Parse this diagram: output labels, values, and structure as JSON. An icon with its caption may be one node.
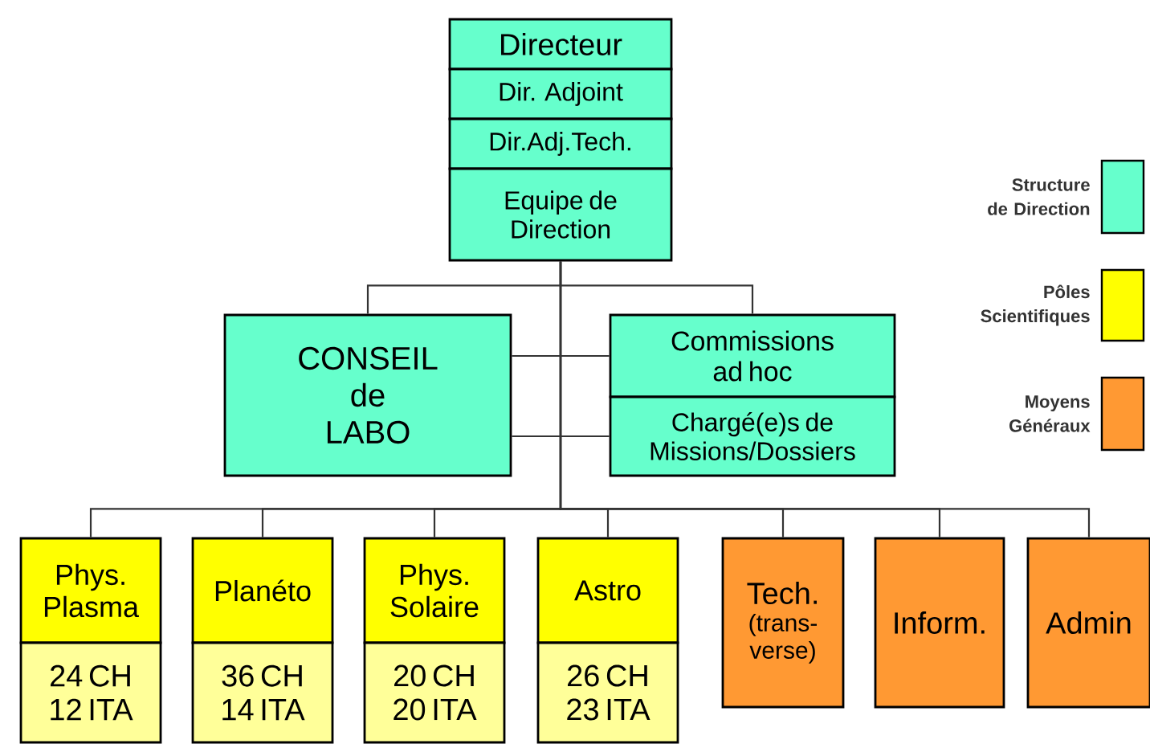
{
  "diagram": {
    "nodes": [
      {
        "text": [
          "Directeur"
        ]
      },
      {
        "text": [
          "Dir. Adjoint"
        ]
      },
      {
        "text": [
          "Dir.Adj.Tech."
        ]
      },
      {
        "text": [
          "Equipe de Direction"
        ]
      },
      {
        "text": [
          "CONSEIL de LABO"
        ]
      },
      {
        "text": [
          "Commissions ad hoc"
        ]
      },
      {
        "text": [
          "Chargé(e)s de Missions/Dossiers"
        ]
      },
      {
        "text": [
          "Phys. Plasma"
        ]
      },
      {
        "text": [
          "24 CH 12 ITA"
        ]
      },
      {
        "text": [
          "Planéto"
        ]
      },
      {
        "text": [
          "36 CH 14 ITA"
        ]
      },
      {
        "text": [
          "Phys. Solaire"
        ]
      },
      {
        "text": [
          "20 CH 20 ITA"
        ]
      },
      {
        "text": [
          "Astro"
        ]
      },
      {
        "text": [
          "26 CH 23 ITA"
        ]
      },
      {
        "text": [
          "Tech.",
          "(trans-verse)"
        ]
      },
      {
        "text": [
          "Inform."
        ]
      },
      {
        "text": [
          "Admin"
        ]
      }
    ],
    "edges": [
      {
        "from": 3,
        "to": 4,
        "arrow": "none"
      },
      {
        "from": 3,
        "to": 5,
        "arrow": "none"
      },
      {
        "from": 4,
        "to": 5,
        "arrow": "none"
      },
      {
        "from": 4,
        "to": 6,
        "arrow": "none"
      },
      {
        "from": 3,
        "to": 7,
        "arrow": "none"
      },
      {
        "from": 3,
        "to": 9,
        "arrow": "none"
      },
      {
        "from": 3,
        "to": 11,
        "arrow": "none"
      },
      {
        "from": 3,
        "to": 13,
        "arrow": "none"
      },
      {
        "from": 3,
        "to": 15,
        "arrow": "none"
      },
      {
        "from": 3,
        "to": 16,
        "arrow": "none"
      },
      {
        "from": 3,
        "to": 17,
        "arrow": "none"
      }
    ],
    "legend": [
      {
        "text": "Structure de Direction",
        "color": "#66ffcc"
      },
      {
        "text": "Pôles Scientifiques",
        "color": "#ffff00"
      },
      {
        "text": "Moyens Généraux",
        "color": "#ff9933"
      }
    ]
  }
}
